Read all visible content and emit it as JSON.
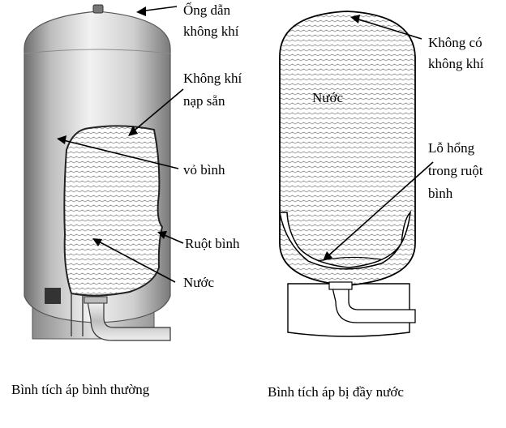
{
  "left_tank": {
    "labels": {
      "air_inlet": [
        "Ống dẫn",
        "không khí"
      ],
      "precharged_air": [
        "Không khí",
        "nạp sẵn"
      ],
      "shell": "vỏ bình",
      "bladder": "Ruột bình",
      "water": "Nước"
    },
    "caption": "Bình tích áp bình thường"
  },
  "right_tank": {
    "labels": {
      "no_air": [
        "Không có",
        "không khí"
      ],
      "water": "Nước",
      "bladder_hole": [
        "Lỗ hổng",
        "trong ruột",
        "bình"
      ]
    },
    "caption": "Bình tích áp bị đầy nước"
  },
  "colors": {
    "tank_metal_light": "#e6e6e6",
    "tank_metal_dark": "#7a7a7a",
    "water_pattern": "#9a9a9a",
    "outline": "#000000"
  }
}
